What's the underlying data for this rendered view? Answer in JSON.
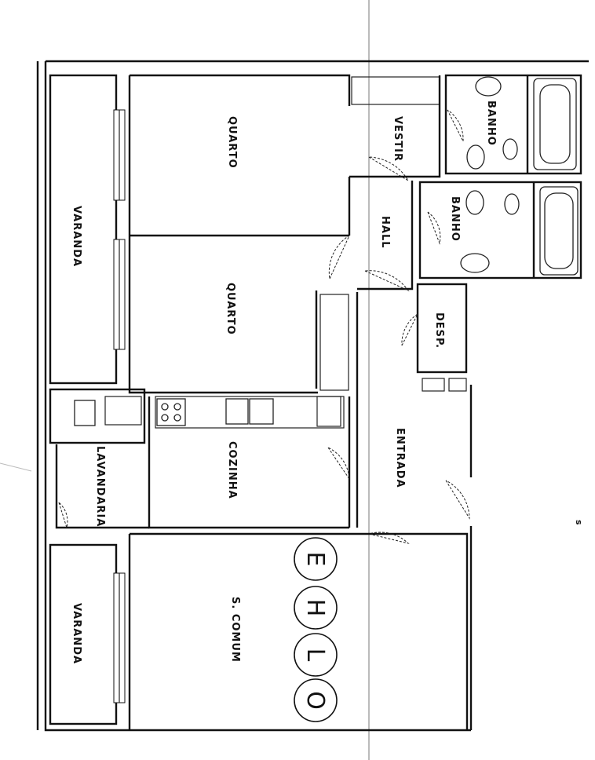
{
  "rooms": {
    "quarto_1": "QUARTO",
    "quarto_2": "QUARTO",
    "varanda_1": "VARANDA",
    "varanda_2": "VARANDA",
    "vestir": "VESTIR",
    "banho_1": "BANHO",
    "banho_2": "BANHO",
    "hall": "HALL",
    "desp": "DESP.",
    "lavandaria": "LAVANDARIA",
    "cozinha": "COZINHA",
    "entrada": "ENTRADA",
    "s_comum": "S. COMUM"
  },
  "logo": {
    "letters": [
      "E",
      "H",
      "L",
      "O"
    ]
  },
  "annotations": {
    "edge_mark": "s"
  }
}
